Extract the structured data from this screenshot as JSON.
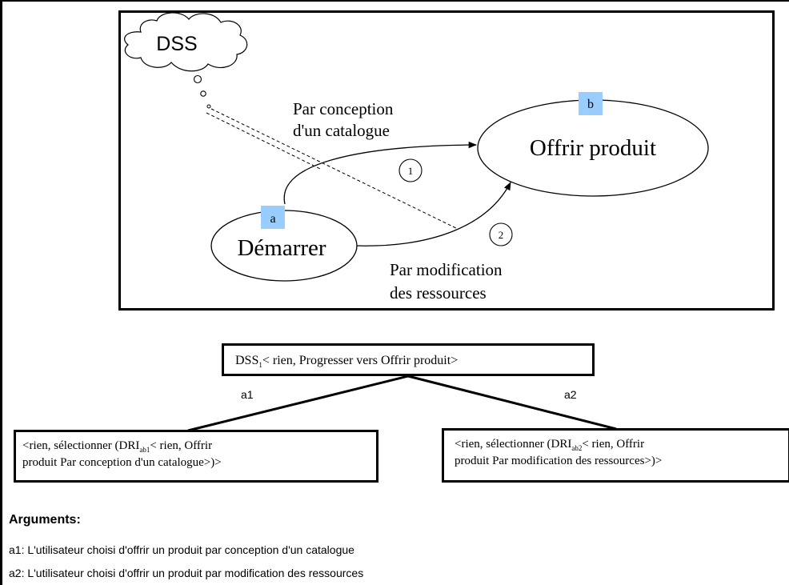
{
  "map": {
    "cloud_label": "DSS",
    "intention_a": {
      "tag": "a",
      "label": "Démarrer"
    },
    "intention_b": {
      "tag": "b",
      "label": "Offrir produit"
    },
    "strategy_1": {
      "number": "1",
      "label_line1": "Par conception",
      "label_line2": "d'un catalogue"
    },
    "strategy_2": {
      "number": "2",
      "label_line1": "Par modification",
      "label_line2": "des ressources"
    },
    "tag_color": "#99ccff"
  },
  "tree": {
    "root": {
      "prefix": "DSS",
      "sub": "1",
      "text": "< rien, Progresser vers Offrir produit>"
    },
    "branch_a1": "a1",
    "branch_a2": "a2",
    "leaf_a1": {
      "prefix": "<rien, sélectionner (DRI",
      "sub": "ab1",
      "line1_rest": "< rien, Offrir",
      "line2": "produit Par conception d'un catalogue>)>"
    },
    "leaf_a2": {
      "prefix": "<rien, sélectionner (DRI",
      "sub": "ab2",
      "line1_rest": "< rien, Offrir",
      "line2": "produit Par modification des ressources>)>"
    }
  },
  "arguments": {
    "title": "Arguments:",
    "a1": "a1: L'utilisateur choisi d'offrir un produit par conception d'un catalogue",
    "a2": "a2: L'utilisateur choisi d'offrir un produit par modification des ressources"
  }
}
